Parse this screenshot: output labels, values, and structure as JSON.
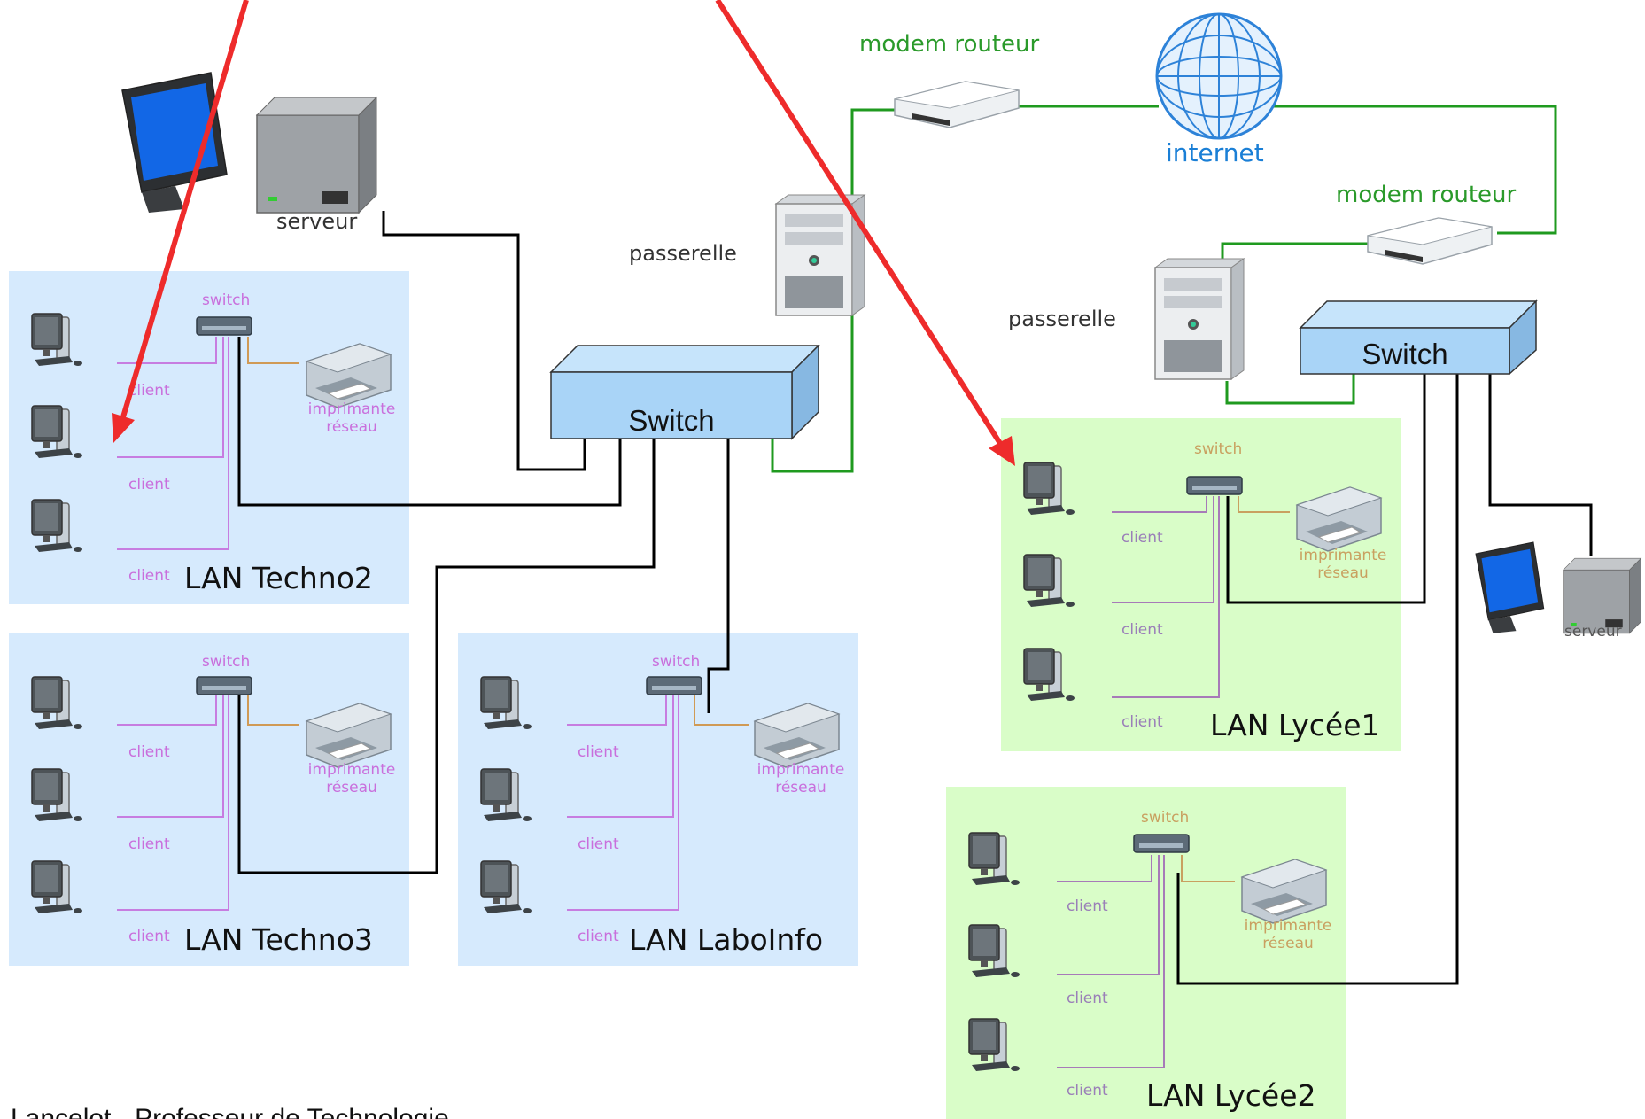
{
  "labels": {
    "serveur": "serveur",
    "passerelle": "passerelle",
    "modem_routeur": "modem routeur",
    "internet": "internet",
    "switch_big": "Switch",
    "switch_small": "switch",
    "client": "client",
    "printer_line1": "imprimante",
    "printer_line2": "réseau"
  },
  "lans": [
    {
      "name": "LAN Techno2"
    },
    {
      "name": "LAN Techno3"
    },
    {
      "name": "LAN LaboInfo"
    },
    {
      "name": "LAN Lycée1"
    },
    {
      "name": "LAN Lycée2"
    }
  ],
  "footer": "Lancelot - Professeur de Technologie",
  "colors": {
    "blue_lan_bg": "#d6eafd",
    "green_lan_bg": "#d9fdc8",
    "switch_fill": "#a9d4f7",
    "wire_black": "#000000",
    "wire_green": "#1f9a1f",
    "wire_purple": "#c77de0",
    "wire_orange": "#d09a55",
    "arrow_red": "#ee2b2b",
    "label_blue_lan": "#c96fdc",
    "label_green_lan": "#9a7fb8"
  }
}
